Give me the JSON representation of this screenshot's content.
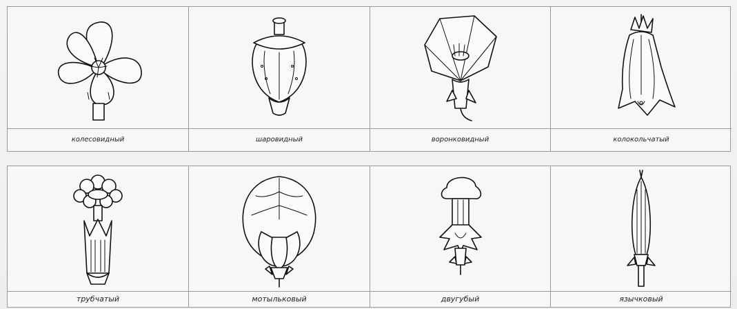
{
  "flower_types": {
    "row1": [
      {
        "label": "колесовидный",
        "icon": "rotate-corolla-icon"
      },
      {
        "label": "шаровидный",
        "icon": "globose-corolla-icon"
      },
      {
        "label": "воронковидный",
        "icon": "funnel-corolla-icon"
      },
      {
        "label": "колокольчатый",
        "icon": "bell-corolla-icon"
      }
    ],
    "row2": [
      {
        "label": "трубчатый",
        "icon": "tubular-corolla-icon"
      },
      {
        "label": "мотыльковый",
        "icon": "papilionaceous-corolla-icon"
      },
      {
        "label": "двугубый",
        "icon": "bilabiate-corolla-icon"
      },
      {
        "label": "язычковый",
        "icon": "ligulate-corolla-icon"
      }
    ]
  }
}
